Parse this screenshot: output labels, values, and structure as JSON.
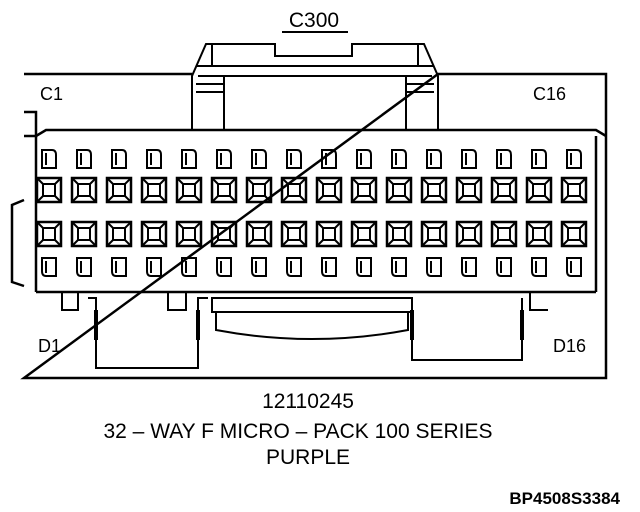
{
  "connector_id": "C300",
  "pin_labels": {
    "top_left": "C1",
    "top_right": "C16",
    "bottom_left": "D1",
    "bottom_right": "D16"
  },
  "part_number": "12110245",
  "description": "32 – WAY F MICRO – PACK 100 SERIES",
  "color": "PURPLE",
  "figure_code": "BP4508S3384",
  "layout": {
    "columns": 16,
    "rows": 2
  }
}
